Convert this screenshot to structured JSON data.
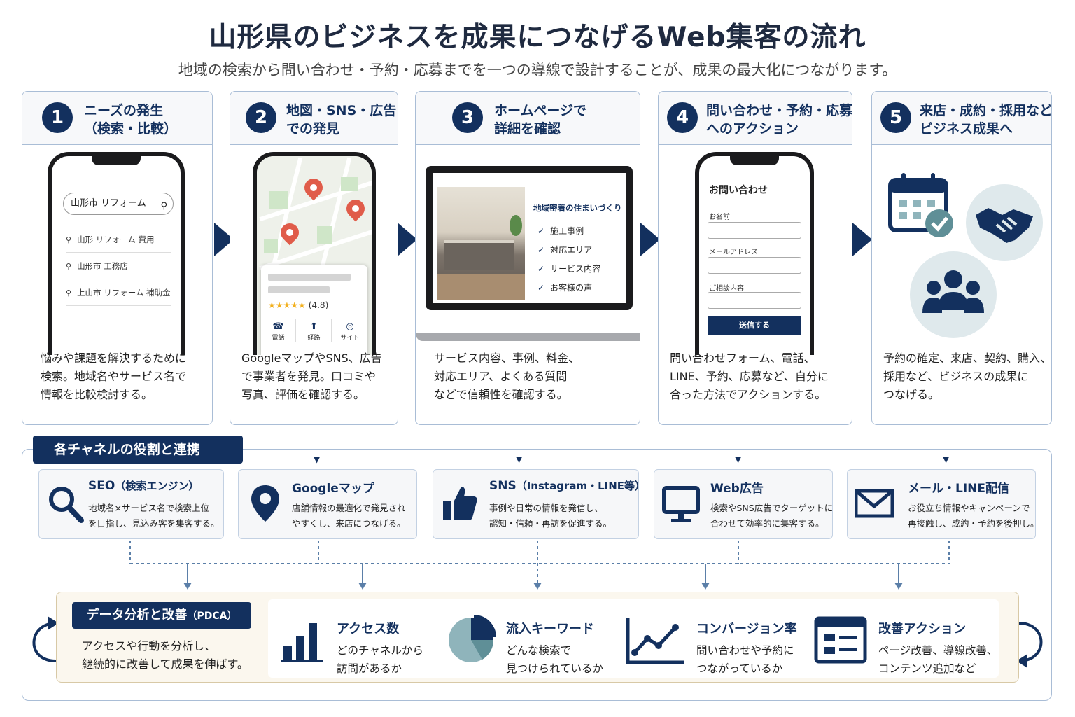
{
  "title": "山形県のビジネスを成果につなげるWeb集客の流れ",
  "subtitle": "地域の検索から問い合わせ・予約・応募までを一つの導線で設計することが、成果の最大化につながります。",
  "colors": {
    "navy": "#13305e",
    "border": "#a9bdd6",
    "pin": "#e05c4a",
    "teal": "#8fb4bb"
  },
  "steps": [
    {
      "num": "1",
      "title": [
        "ニーズの発生",
        "（検索・比較）"
      ],
      "desc": [
        "悩みや課題を解決するために",
        "検索。地域名やサービス名で",
        "情報を比較検討する。"
      ],
      "search_value": "山形市 リフォーム",
      "suggestions": [
        "山形 リフォーム 費用",
        "山形市 工務店",
        "上山市 リフォーム 補助金"
      ]
    },
    {
      "num": "2",
      "title": [
        "地図・SNS・広告",
        "での発見"
      ],
      "desc": [
        "GoogleマップやSNS、広告",
        "で事業者を発見。口コミや",
        "写真、評価を確認する。"
      ],
      "rating_stars": "★★★★★",
      "rating": "(4.8)",
      "actions": [
        "電話",
        "経路",
        "サイト"
      ]
    },
    {
      "num": "3",
      "title": [
        "ホームページで",
        "詳細を確認"
      ],
      "desc": [
        "サービス内容、事例、料金、",
        "対応エリア、よくある質問",
        "などで信頼性を確認する。"
      ],
      "page_title": "地域密着の住まいづくり",
      "items": [
        "施工事例",
        "対応エリア",
        "サービス内容",
        "お客様の声"
      ]
    },
    {
      "num": "4",
      "title": [
        "問い合わせ・予約・応募",
        "へのアクション"
      ],
      "desc": [
        "問い合わせフォーム、電話、",
        "LINE、予約、応募など、自分に",
        "合った方法でアクションする。"
      ],
      "form_title": "お問い合わせ",
      "fields": [
        "お名前",
        "メールアドレス",
        "ご相談内容"
      ],
      "submit": "送信する"
    },
    {
      "num": "5",
      "title": [
        "来店・成約・採用など",
        "ビジネス成果へ"
      ],
      "desc": [
        "予約の確定、来店、契約、購入、",
        "採用など、ビジネスの成果に",
        "つなげる。"
      ]
    }
  ],
  "channels_label": "各チャネルの役割と連携",
  "channels": [
    {
      "title": "SEO",
      "title_small": "（検索エンジン）",
      "desc": [
        "地域名×サービス名で検索上位",
        "を目指し、見込み客を集客する。"
      ],
      "icon": "search-icon"
    },
    {
      "title": "Googleマップ",
      "title_small": "",
      "desc": [
        "店舗情報の最適化で発見され",
        "やすくし、来店につなげる。"
      ],
      "icon": "map-pin-icon"
    },
    {
      "title": "SNS",
      "title_small": "（Instagram・LINE等）",
      "desc": [
        "事例や日常の情報を発信し、",
        "認知・信頼・再訪を促進する。"
      ],
      "icon": "thumbs-up-icon"
    },
    {
      "title": "Web広告",
      "title_small": "",
      "desc": [
        "検索やSNS広告でターゲットに",
        "合わせて効率的に集客する。"
      ],
      "icon": "monitor-icon"
    },
    {
      "title": "メール・LINE配信",
      "title_small": "",
      "desc": [
        "お役立ち情報やキャンペーンで",
        "再接触し、成約・予約を後押し。"
      ],
      "icon": "envelope-icon"
    }
  ],
  "pdca": {
    "label": "データ分析と改善",
    "label_small": "（PDCA）",
    "desc": [
      "アクセスや行動を分析し、",
      "継続的に改善して成果を伸ばす。"
    ],
    "metrics": [
      {
        "title": "アクセス数",
        "desc": [
          "どのチャネルから",
          "訪問があるか"
        ],
        "icon": "bar-chart-icon"
      },
      {
        "title": "流入キーワード",
        "desc": [
          "どんな検索で",
          "見つけられているか"
        ],
        "icon": "pie-chart-icon"
      },
      {
        "title": "コンバージョン率",
        "desc": [
          "問い合わせや予約に",
          "つながっているか"
        ],
        "icon": "line-chart-icon"
      },
      {
        "title": "改善アクション",
        "desc": [
          "ページ改善、導線改善、",
          "コンテンツ追加など"
        ],
        "icon": "document-list-icon"
      }
    ]
  }
}
